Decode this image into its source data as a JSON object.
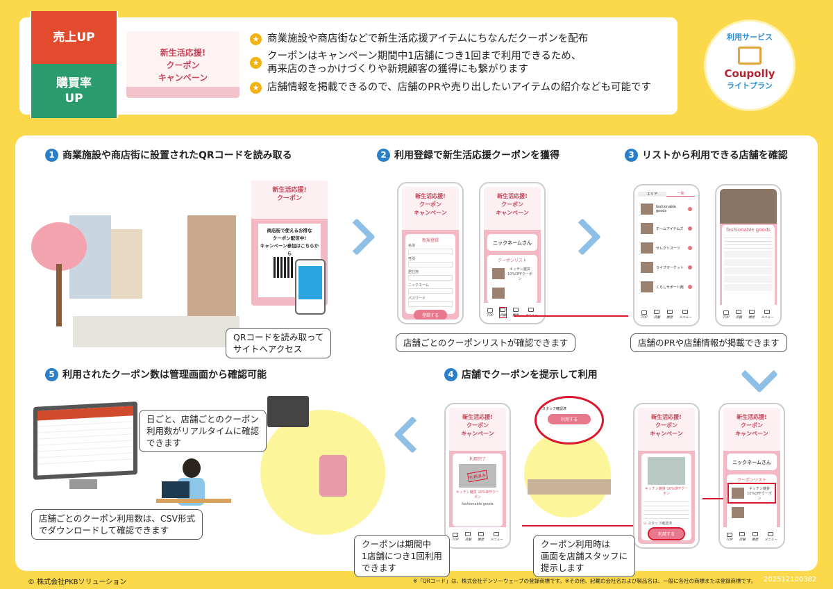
{
  "header": {
    "badge_sales": "売上UP",
    "badge_purchase": "購買率\nUP",
    "campaign": {
      "line1": "新生活応援!",
      "line2": "クーポン",
      "line3": "キャンペーン"
    },
    "bullets": [
      "商業施設や商店街などで新生活応援アイテムにちなんだクーポンを配布",
      "クーポンはキャンペーン期間中1店舗につき1回まで利用できるため、\n再来店のきっかけづくりや新規顧客の獲得にも繋がります",
      "店舗情報を掲載できるので、店舗のPRや売り出したいアイテムの紹介なども可能です"
    ],
    "service": {
      "label": "利用サービス",
      "brand": "Coupolly",
      "plan": "ライトプラン"
    }
  },
  "steps": [
    {
      "num": "1",
      "title": "商業施設や商店街に設置されたQRコードを読み取る"
    },
    {
      "num": "2",
      "title": "利用登録で新生活応援クーポンを獲得"
    },
    {
      "num": "3",
      "title": "リストから利用できる店舗を確認"
    },
    {
      "num": "4",
      "title": "店舗でクーポンを提示して利用"
    },
    {
      "num": "5",
      "title": "利用されたクーポン数は管理画面から確認可能"
    }
  ],
  "poster": {
    "text": "商店街で使えるお得な\nクーポン配信中!\nキャンペーン参加はこちらから"
  },
  "callouts": {
    "qr": "QRコードを読み取って\nサイトへアクセス",
    "list": "店舗ごとのクーポンリストが確認できます",
    "pr": "店舗のPRや店舗情報が掲載できます",
    "daily": "日ごと、店舗ごとのクーポン\n利用数がリアルタイムに確認\nできます",
    "csv": "店舗ごとのクーポン利用数は、CSV形式\nでダウンロードして確認できます",
    "once": "クーポンは期間中\n1店舗につき1回利用\nできます",
    "show": "クーポン利用時は\n画面を店舗スタッフに\n提示します"
  },
  "phone": {
    "nickname": "ニックネームさん",
    "coupon_list": "クーポンリスト",
    "register": "新規登録",
    "fields": [
      "名前",
      "性別",
      "居住地",
      "ニックネーム",
      "パスワード"
    ],
    "register_btn": "登録する",
    "use_btn": "利用する",
    "staff_check": "スタッフ確認済",
    "used_done": "利用完了",
    "used_stamp": "利用済み",
    "coupon_name": "キッチン雑貨 10%OFFクーポン",
    "tabs": [
      "エリア",
      "一覧"
    ],
    "shops": [
      "fashionable goods",
      "ホームアイテムズ",
      "セレクトスーツ",
      "ライフマーケット",
      "くらしサポート館"
    ],
    "shop_title": "fashionable goods",
    "nav": [
      "TOP",
      "店舗",
      "履歴",
      "メニュー"
    ]
  },
  "footer": {
    "copyright": "© 株式会社PKBソリューション",
    "trademark": "※「QRコード」は、株式会社デンソーウェーブの登録商標です。※その他、記載の会社名および製品名は、一般に各社の商標または登録商標です。",
    "code": "202512100382"
  }
}
